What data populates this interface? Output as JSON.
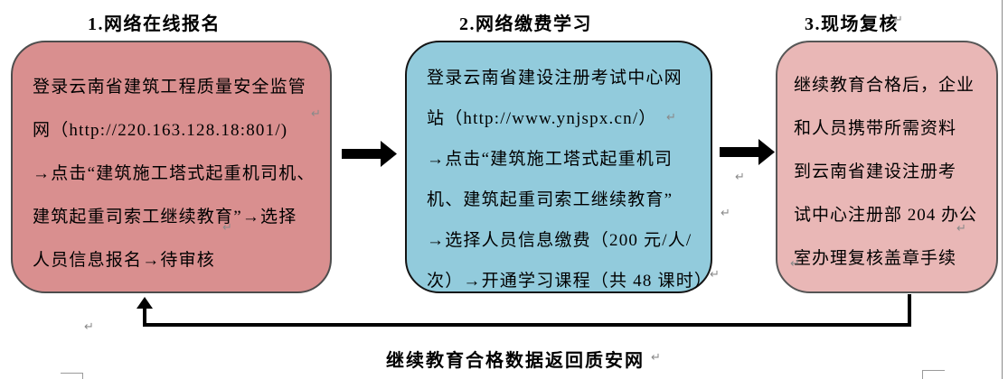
{
  "steps": [
    {
      "title": "1.网络在线报名",
      "box_fill": "#d98f8f",
      "lines": [
        "登录云南省建筑工程质量安全监管",
        "网（http://220.163.128.18:801/)",
        "→点击“建筑施工塔式起重机司机、",
        "建筑起重司索工继续教育”→选择",
        "人员信息报名→待审核"
      ]
    },
    {
      "title": "2.网络缴费学习",
      "box_fill": "#92cbdc",
      "lines": [
        "登录云南省建设注册考试中心网",
        "站（http://www.ynjspx.cn/）",
        "→点击“建筑施工塔式起重机司",
        "机、建筑起重司索工继续教育”",
        "→选择人员信息缴费（200 元/人/",
        "次）→开通学习课程（共 48 课时）"
      ]
    },
    {
      "title": "3.现场复核",
      "box_fill": "#e9b7b6",
      "lines": [
        "继续教育合格后，企业",
        "和人员携带所需资料",
        "到云南省建设注册考",
        "试中心注册部 204 办公",
        "室办理复核盖章手续"
      ]
    }
  ],
  "feedback_label": "继续教育合格数据返回质安网",
  "marks": {
    "return_glyph": "↵"
  },
  "colors": {
    "left_box_fill": "#d98f8f",
    "middle_box_fill": "#92cbdc",
    "right_box_fill": "#e9b7b6",
    "arrow_color": "#000000",
    "formatting_mark_color": "#8a8a8a"
  }
}
